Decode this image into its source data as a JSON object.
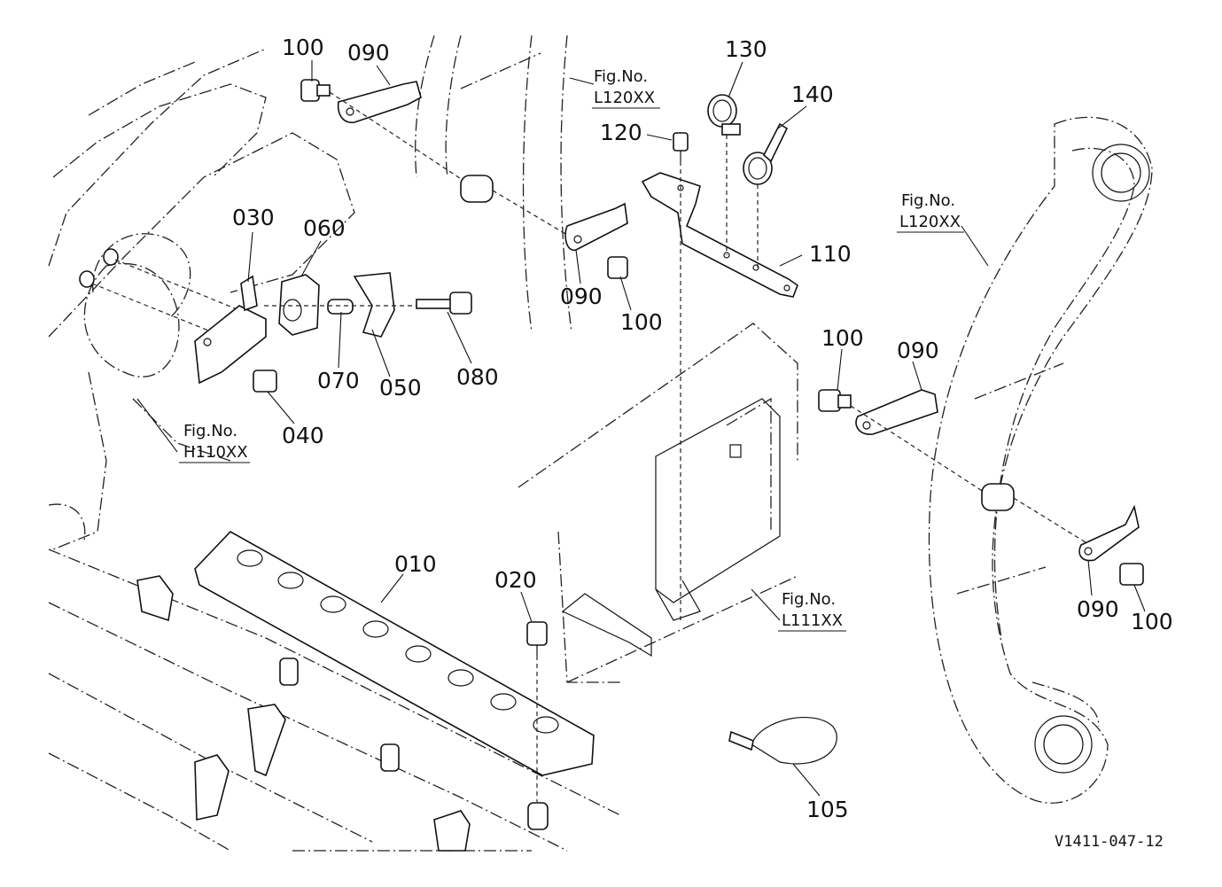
{
  "callouts": [
    {
      "id": "c100a",
      "text": "100"
    },
    {
      "id": "c090a",
      "text": "090"
    },
    {
      "id": "c130",
      "text": "130"
    },
    {
      "id": "c140",
      "text": "140"
    },
    {
      "id": "c120",
      "text": "120"
    },
    {
      "id": "c030",
      "text": "030"
    },
    {
      "id": "c060",
      "text": "060"
    },
    {
      "id": "c110",
      "text": "110"
    },
    {
      "id": "c090b",
      "text": "090"
    },
    {
      "id": "c100b",
      "text": "100"
    },
    {
      "id": "c070",
      "text": "070"
    },
    {
      "id": "c050",
      "text": "050"
    },
    {
      "id": "c080",
      "text": "080"
    },
    {
      "id": "c040",
      "text": "040"
    },
    {
      "id": "c100c",
      "text": "100"
    },
    {
      "id": "c090c",
      "text": "090"
    },
    {
      "id": "c010",
      "text": "010"
    },
    {
      "id": "c020",
      "text": "020"
    },
    {
      "id": "c090d",
      "text": "090"
    },
    {
      "id": "c100d",
      "text": "100"
    },
    {
      "id": "c105",
      "text": "105"
    }
  ],
  "fig_refs": [
    {
      "id": "ref-l120-top",
      "line1": "Fig.No.",
      "line2": "L120XX"
    },
    {
      "id": "ref-l120-right",
      "line1": "Fig.No.",
      "line2": "L120XX"
    },
    {
      "id": "ref-h110",
      "line1": "Fig.No.",
      "line2": "H110XX"
    },
    {
      "id": "ref-l111",
      "line1": "Fig.No.",
      "line2": "L111XX"
    }
  ],
  "drawing_code": "V1411-047-12"
}
